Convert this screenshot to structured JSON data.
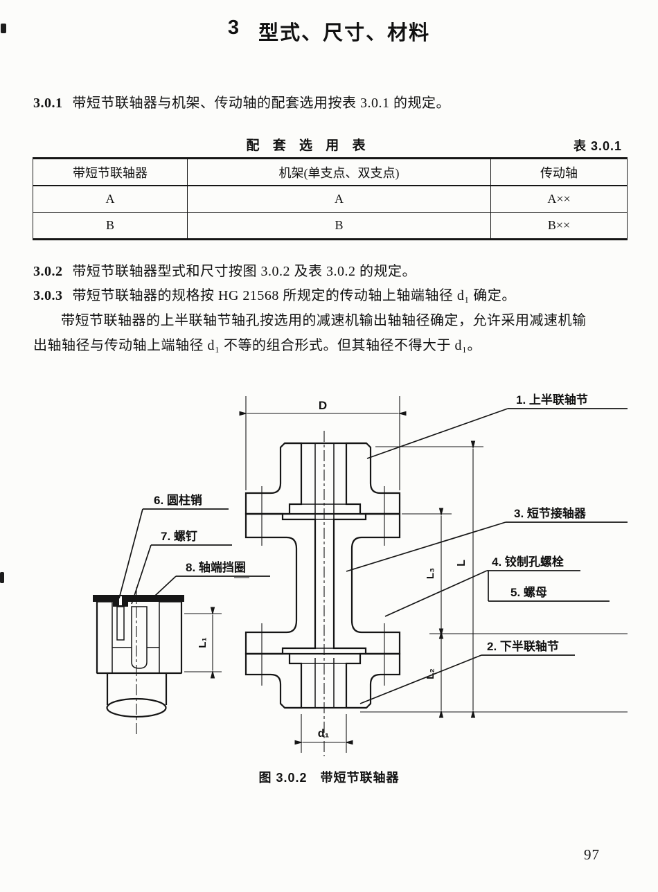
{
  "page": {
    "title_number": "3",
    "title_text": "型式、尺寸、材料",
    "page_number": "97"
  },
  "paragraphs": {
    "p301": {
      "num": "3.0.1",
      "text": "带短节联轴器与机架、传动轴的配套选用按表 3.0.1 的规定。"
    },
    "p302": {
      "num": "3.0.2",
      "text": "带短节联轴器型式和尺寸按图 3.0.2 及表 3.0.2 的规定。"
    },
    "p303": {
      "num": "3.0.3",
      "text": "带短节联轴器的规格按 HG 21568 所规定的传动轴上轴端轴径 d₁ 确定。"
    },
    "p303_cont_line1": "带短节联轴器的上半联轴节轴孔按选用的减速机输出轴轴径确定，允许采用减速机输",
    "p303_cont_line2": "出轴轴径与传动轴上端轴径 d₁ 不等的组合形式。但其轴径不得大于 d₁。"
  },
  "table": {
    "title": "配 套 选 用 表",
    "ref": "表 3.0.1",
    "headers": [
      "带短节联轴器",
      "机架(单支点、双支点)",
      "传动轴"
    ],
    "rows": [
      [
        "A",
        "A",
        "A××"
      ],
      [
        "B",
        "B",
        "B××"
      ]
    ]
  },
  "figure": {
    "caption": "图 3.0.2　带短节联轴器",
    "labels": {
      "l1": "1. 上半联轴节",
      "l2": "2. 下半联轴节",
      "l3": "3. 短节接轴器",
      "l4": "4. 铰制孔螺栓",
      "l5": "5. 螺母",
      "l6": "6. 圆柱销",
      "l7": "7. 螺钉",
      "l8": "8. 轴端挡圈"
    },
    "dims": {
      "D": "D",
      "d1": "d₁",
      "L": "L",
      "L1": "L₁",
      "L2": "L₂",
      "L3": "L₃"
    }
  }
}
